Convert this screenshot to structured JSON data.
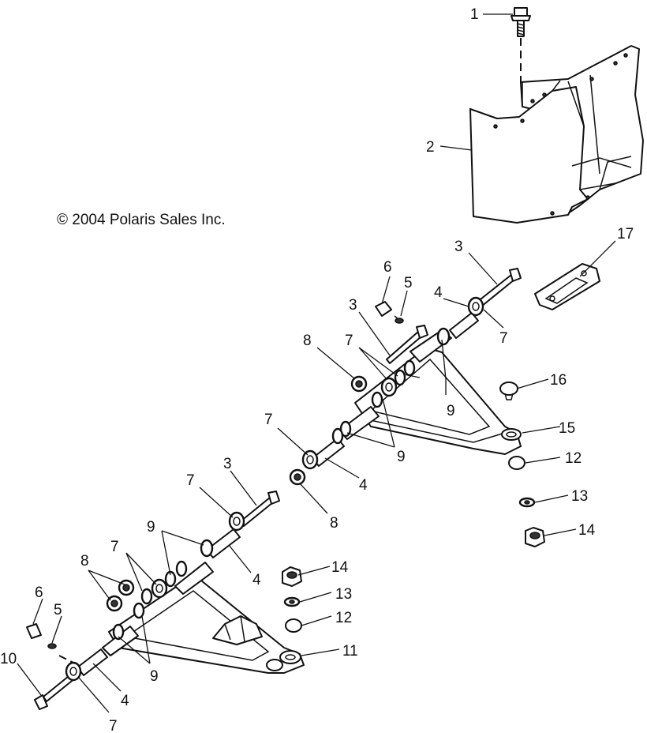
{
  "copyright": "© 2004 Polaris Sales Inc.",
  "callouts": [
    {
      "id": "c1",
      "label": "1"
    },
    {
      "id": "c2",
      "label": "2"
    },
    {
      "id": "c17",
      "label": "17"
    },
    {
      "id": "c3a",
      "label": "3"
    },
    {
      "id": "c6a",
      "label": "6"
    },
    {
      "id": "c5a",
      "label": "5"
    },
    {
      "id": "c4a",
      "label": "4"
    },
    {
      "id": "c7a",
      "label": "7"
    },
    {
      "id": "c3b",
      "label": "3"
    },
    {
      "id": "c8a",
      "label": "8"
    },
    {
      "id": "c7b",
      "label": "7"
    },
    {
      "id": "c9a",
      "label": "9"
    },
    {
      "id": "c16",
      "label": "16"
    },
    {
      "id": "c15",
      "label": "15"
    },
    {
      "id": "c7c",
      "label": "7"
    },
    {
      "id": "c9b",
      "label": "9"
    },
    {
      "id": "c12a",
      "label": "12"
    },
    {
      "id": "c4b",
      "label": "4"
    },
    {
      "id": "c13a",
      "label": "13"
    },
    {
      "id": "c8b",
      "label": "8"
    },
    {
      "id": "c14a",
      "label": "14"
    },
    {
      "id": "c3c",
      "label": "3"
    },
    {
      "id": "c7d",
      "label": "7"
    },
    {
      "id": "c9c",
      "label": "9"
    },
    {
      "id": "c7e",
      "label": "7"
    },
    {
      "id": "c8c",
      "label": "8"
    },
    {
      "id": "c4c",
      "label": "4"
    },
    {
      "id": "c14b",
      "label": "14"
    },
    {
      "id": "c6b",
      "label": "6"
    },
    {
      "id": "c5b",
      "label": "5"
    },
    {
      "id": "c13b",
      "label": "13"
    },
    {
      "id": "c12b",
      "label": "12"
    },
    {
      "id": "c11",
      "label": "11"
    },
    {
      "id": "c10",
      "label": "10"
    },
    {
      "id": "c9d",
      "label": "9"
    },
    {
      "id": "c4d",
      "label": "4"
    },
    {
      "id": "c7f",
      "label": "7"
    }
  ]
}
